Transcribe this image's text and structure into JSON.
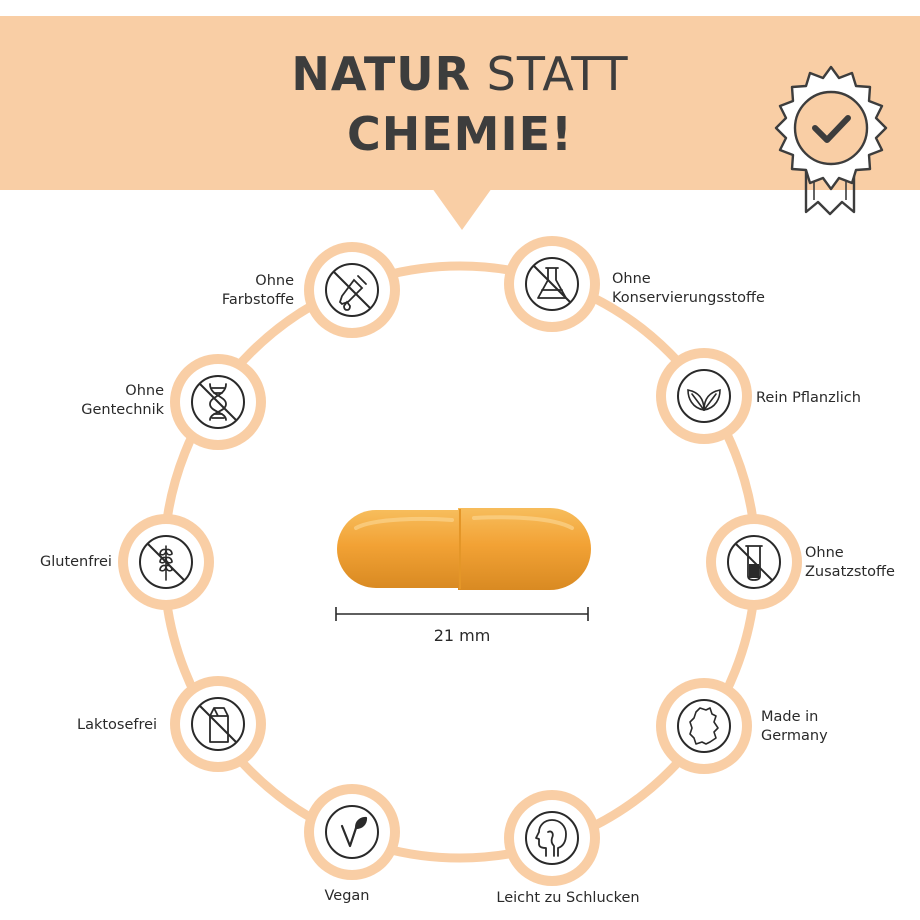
{
  "header": {
    "title_bold_1": "NATUR",
    "title_light": " STATT",
    "title_bold_2": "CHEMIE!",
    "banner_color": "#f9cea5",
    "seal_icon": "quality-seal-check-icon"
  },
  "product": {
    "image": "capsule",
    "capsule_color": "#f2a235",
    "length_label": "21 mm"
  },
  "features": [
    {
      "id": "farbstoffe",
      "line1": "Ohne",
      "line2": "Farbstoffe",
      "icon": "no-dropper-icon"
    },
    {
      "id": "konservierungsstoffe",
      "line1": "Ohne",
      "line2": "Konservierungsstoffe",
      "icon": "no-flask-icon"
    },
    {
      "id": "gentechnik",
      "line1": "Ohne",
      "line2": "Gentechnik",
      "icon": "no-dna-icon"
    },
    {
      "id": "pflanzlich",
      "line1": "Rein Pflanzlich",
      "line2": "",
      "icon": "leaves-icon"
    },
    {
      "id": "glutenfrei",
      "line1": "Glutenfrei",
      "line2": "",
      "icon": "no-wheat-icon"
    },
    {
      "id": "zusatzstoffe",
      "line1": "Ohne",
      "line2": "Zusatzstoffe",
      "icon": "no-test-tube-icon"
    },
    {
      "id": "laktosefrei",
      "line1": "Laktosefrei",
      "line2": "",
      "icon": "no-milk-carton-icon"
    },
    {
      "id": "germany",
      "line1": "Made in",
      "line2": "Germany",
      "icon": "germany-map-icon"
    },
    {
      "id": "vegan",
      "line1": "Vegan",
      "line2": "",
      "icon": "vegan-leaf-icon"
    },
    {
      "id": "schlucken",
      "line1": "Leicht zu Schlucken",
      "line2": "",
      "icon": "head-swallow-icon"
    }
  ]
}
